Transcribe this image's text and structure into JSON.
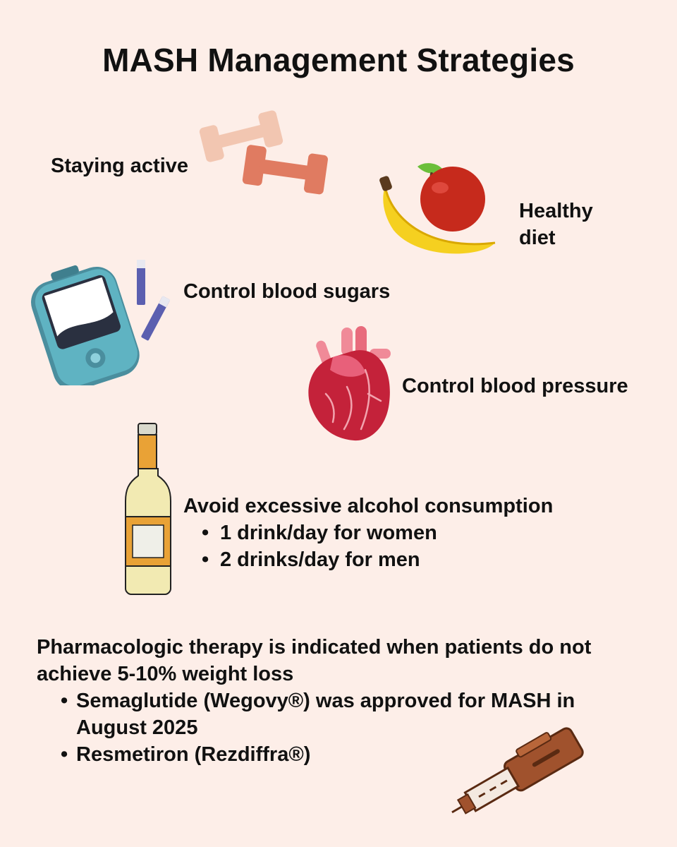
{
  "title": "MASH Management Strategies",
  "strategies": {
    "active": "Staying active",
    "diet": "Healthy diet",
    "sugar": "Control blood sugars",
    "pressure": "Control blood pressure",
    "alcohol": {
      "heading": "Avoid excessive alcohol consumption",
      "items": [
        "1 drink/day for women",
        "2 drinks/day for men"
      ]
    }
  },
  "pharmacologic": {
    "intro": "Pharmacologic therapy is indicated when patients do not achieve 5-10% weight loss",
    "items": [
      "Semaglutide (Wegovy®) was approved for MASH in August 2025",
      "Resmetiron (Rezdiffra®)"
    ]
  },
  "icons": {
    "dumbbells": "dumbbells-icon",
    "fruit": "apple-banana-icon",
    "glucometer": "glucometer-icon",
    "heart": "heart-icon",
    "bottle": "wine-bottle-icon",
    "injector": "injection-pen-icon"
  },
  "colors": {
    "background": "#fdeee8",
    "text": "#111111"
  }
}
